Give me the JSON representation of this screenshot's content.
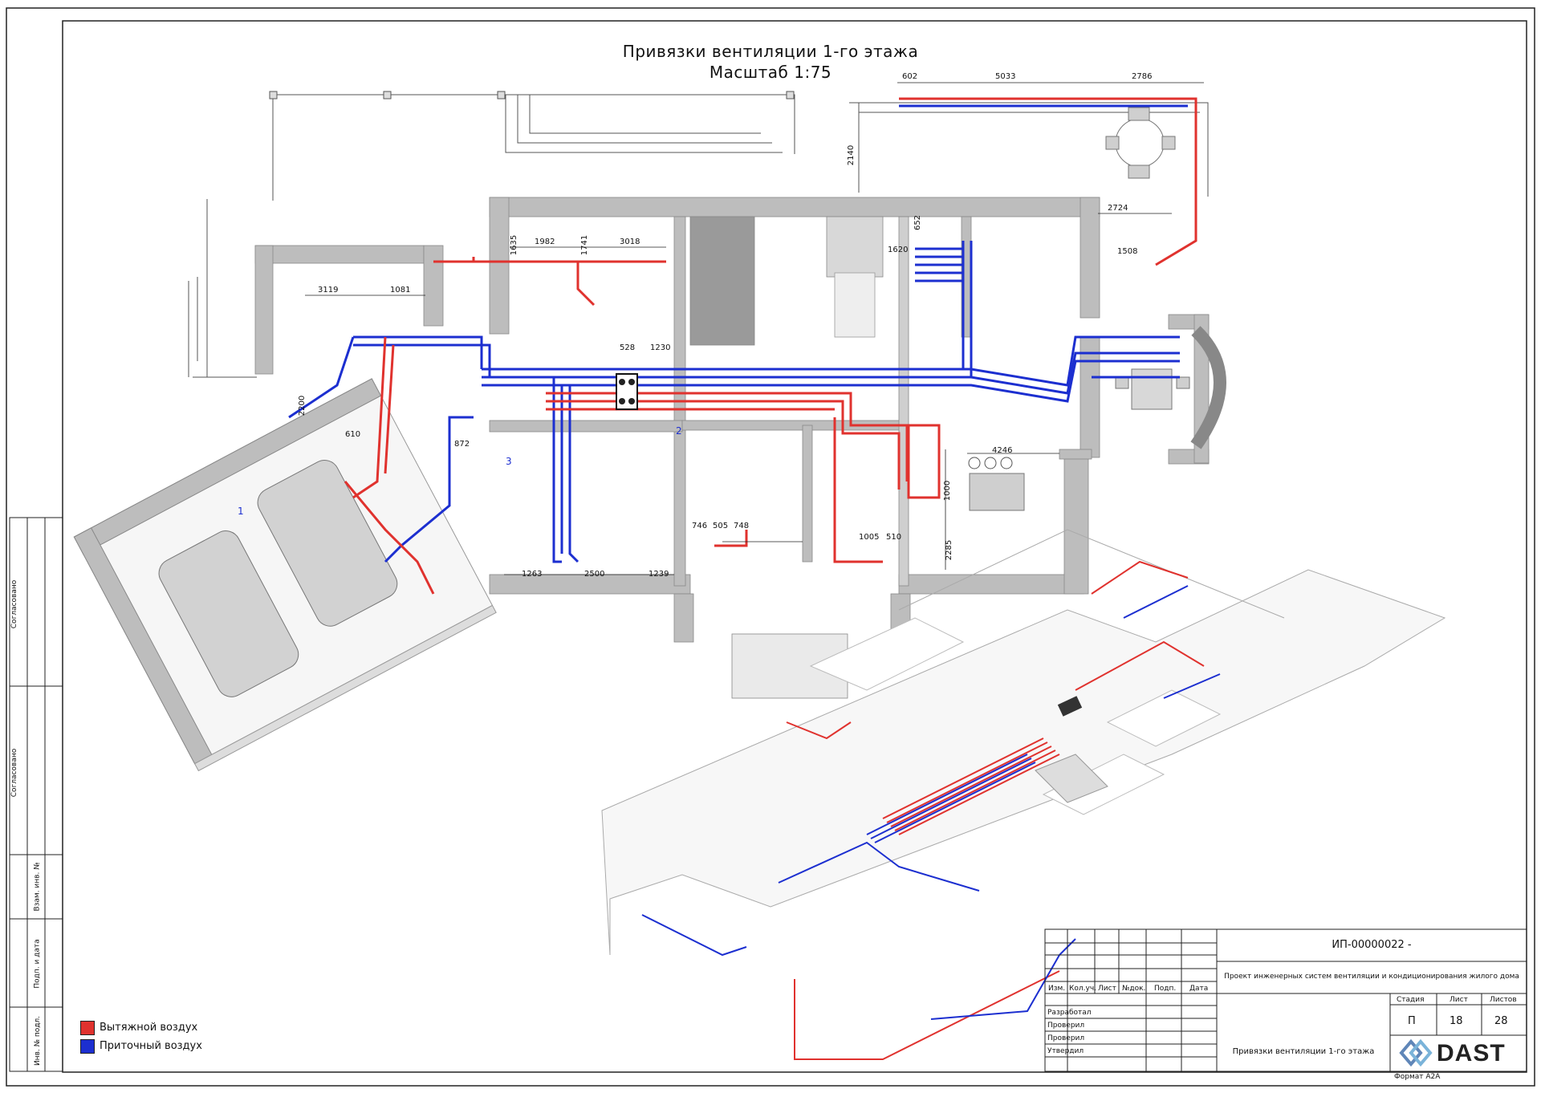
{
  "title": {
    "line1": "Привязки вентиляции 1-го этажа",
    "line2": "Масштаб 1:75"
  },
  "colors": {
    "exhaust": "#e0322e",
    "supply": "#1c2fd0",
    "wall": "#bdbdbd",
    "line": "#333333"
  },
  "legend": [
    {
      "label": "Вытяжной воздух",
      "color": "#e0322e"
    },
    {
      "label": "Приточный воздух",
      "color": "#1c2fd0"
    }
  ],
  "side_stamp": {
    "agreed_1": "Согласовано",
    "agreed_2": "Согласовано",
    "vzam": "Взам. инв. №",
    "podp": "Подп. и дата",
    "inv": "Инв. № подл."
  },
  "title_block": {
    "doc_code": "ИП-00000022 -",
    "project_name": "Проект инженерных систем вентиляции и кондиционирования жилого дома",
    "headers": [
      "Изм.",
      "Кол.уч.",
      "Лист",
      "№док.",
      "Подп.",
      "Дата"
    ],
    "roles": [
      "Разработал",
      "Проверил",
      "Проверил",
      "Утвердил"
    ],
    "stage_label": "Стадия",
    "sheet_label": "Лист",
    "sheets_label": "Листов",
    "stage": "П",
    "sheet": "18",
    "sheets": "28",
    "sheet_title": "Привязки вентиляции 1-го этажа",
    "company": "DAST",
    "format": "Формат А2А"
  },
  "dimensions": [
    "602",
    "5033",
    "2786",
    "2724",
    "1508",
    "2140",
    "1635",
    "1982",
    "1741",
    "3018",
    "3119",
    "1081",
    "528",
    "1230",
    "2200",
    "610",
    "872",
    "4246",
    "1000",
    "2285",
    "746",
    "505",
    "748",
    "1263",
    "2500",
    "1239",
    "1005",
    "510",
    "1620",
    "652"
  ],
  "axis_marks": [
    "1",
    "2",
    "3"
  ]
}
